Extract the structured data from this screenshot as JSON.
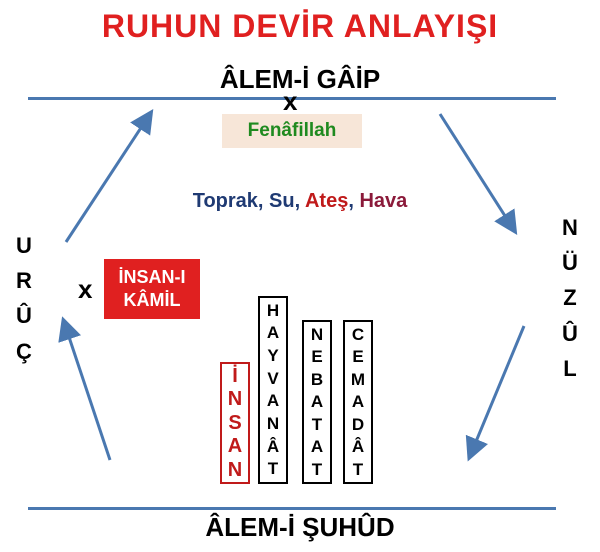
{
  "title": {
    "text": "RUHUN DEVİR ANLAYIŞI",
    "color": "#e02020"
  },
  "top_realm": {
    "text": "ÂLEM-İ GÂİP",
    "mark": "x"
  },
  "bottom_realm": {
    "text": "ÂLEM-İ ŞUHÛD"
  },
  "fenafillah": {
    "text": "Fenâfillah"
  },
  "elements": [
    {
      "text": "Toprak",
      "color": "#1f3a73"
    },
    {
      "text": ", ",
      "color": "#1f3a73"
    },
    {
      "text": "Su",
      "color": "#1f3a73"
    },
    {
      "text": ", ",
      "color": "#1f3a73"
    },
    {
      "text": "Ateş",
      "color": "#c01a1a"
    },
    {
      "text": ", ",
      "color": "#1f3a73"
    },
    {
      "text": "Hava",
      "color": "#8b1a3a"
    }
  ],
  "left_side": {
    "letters": [
      "U",
      "R",
      "Û",
      "Ç"
    ]
  },
  "right_side": {
    "letters": [
      "N",
      "Ü",
      "Z",
      "Û",
      "L"
    ]
  },
  "insan_kamil": {
    "lines": [
      "İNSAN-I",
      "KÂMİL"
    ],
    "mark": "x"
  },
  "columns": {
    "insan": [
      "İ",
      "N",
      "S",
      "A",
      "N"
    ],
    "hayvanat": [
      "H",
      "A",
      "Y",
      "V",
      "A",
      "N",
      "Â",
      "T"
    ],
    "nebatat": [
      "N",
      "E",
      "B",
      "A",
      "T",
      "A",
      "T"
    ],
    "cemadat": [
      "C",
      "E",
      "M",
      "A",
      "D",
      "Â",
      "T"
    ]
  },
  "colors": {
    "line": "#4a78b0",
    "arrow": "#4a78b0"
  }
}
